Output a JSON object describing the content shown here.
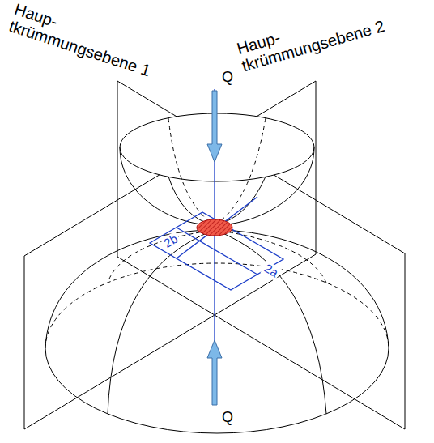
{
  "diagram": {
    "labels": [
      "Haup- tkrümmungsebene 1",
      "Haup- tkrümmungsebene 2",
      "Q",
      "Q",
      "2b",
      "2a"
    ]
  }
}
